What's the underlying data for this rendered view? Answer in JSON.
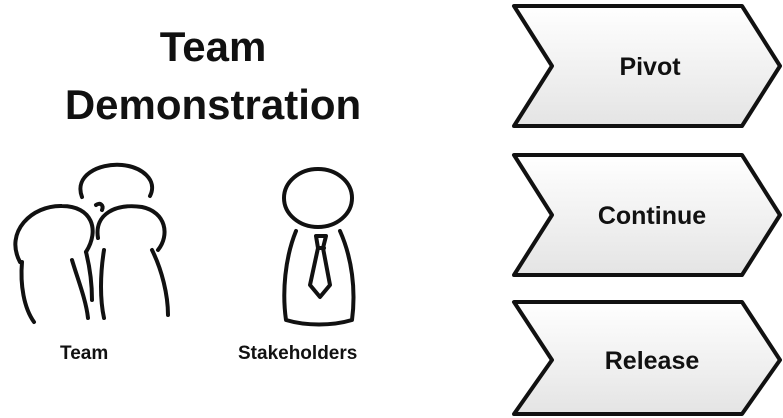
{
  "title": {
    "line1": "Team",
    "line2": "Demonstration"
  },
  "figures": {
    "team": {
      "label": "Team",
      "icon": "team-people-icon"
    },
    "stakeholders": {
      "label": "Stakeholders",
      "icon": "stakeholder-person-icon"
    }
  },
  "decisions": [
    {
      "label": "Pivot"
    },
    {
      "label": "Continue"
    },
    {
      "label": "Release"
    }
  ],
  "colors": {
    "ink": "#111111",
    "chevron_fill_top": "#ffffff",
    "chevron_fill_bottom": "#e4e4e4"
  }
}
